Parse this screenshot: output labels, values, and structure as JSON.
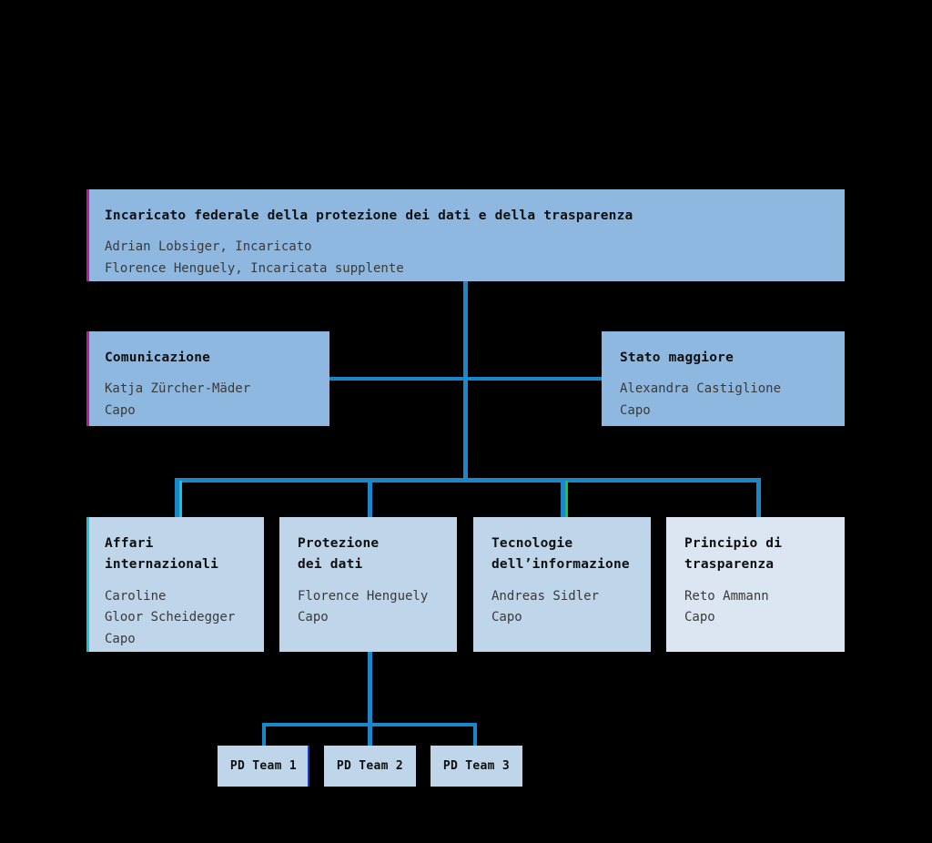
{
  "chart": {
    "type": "org-chart",
    "title": "Incaricato federale della protezione dei dati e della trasparenza",
    "background": "#000000",
    "line_color": "#1b87c9",
    "accent_colors": {
      "magenta": "#c2179b",
      "cyan": "#19c6d4",
      "green": "#1fc43c",
      "blue": "#1040d0"
    },
    "box_tones": {
      "mid": "#8fb8e0",
      "light": "#bed5ea",
      "pale": "#dce6f2"
    }
  },
  "root": {
    "title": "Incaricato federale della protezione dei dati e della trasparenza",
    "people": "Adrian Lobsiger, Incaricato\nFlorence Henguely, Incaricata supplente"
  },
  "staff": [
    {
      "title": "Comunicazione",
      "people": "Katja Zürcher-Mäder\nCapo"
    },
    {
      "title": "Stato maggiore",
      "people": "Alexandra Castiglione\nCapo"
    }
  ],
  "divisions": [
    {
      "title": "Affari\ninternazionali",
      "people": "Caroline\nGloor Scheidegger\nCapo"
    },
    {
      "title": "Protezione\ndei dati",
      "people": "Florence Henguely\nCapo"
    },
    {
      "title": "Tecnologie\ndell’informazione",
      "people": "Andreas Sidler\nCapo"
    },
    {
      "title": "Principio di\ntrasparenza",
      "people": "Reto Ammann\nCapo"
    }
  ],
  "teams": [
    {
      "label": "PD Team 1"
    },
    {
      "label": "PD Team 2"
    },
    {
      "label": "PD Team 3"
    }
  ]
}
